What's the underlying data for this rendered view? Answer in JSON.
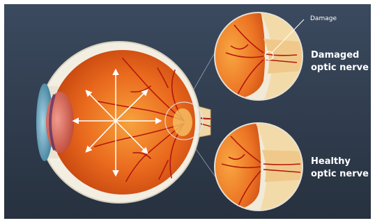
{
  "labels": {
    "damage": "Damage",
    "damaged_line1": "Damaged",
    "damaged_line2": "optic nerve",
    "healthy_line1": "Healthy",
    "healthy_line2": "optic nerve"
  },
  "colors": {
    "background_top": "#3a475c",
    "background_bottom": "#2a3446",
    "sclera": "#f4efe3",
    "retina": "#e9681c",
    "retina_dark": "#c8430f",
    "vessel": "#b3170e",
    "nerve": "#f1d7a6",
    "label_text": "#ffffff"
  },
  "icons": {
    "pressure_arrows": "radial-arrows"
  }
}
